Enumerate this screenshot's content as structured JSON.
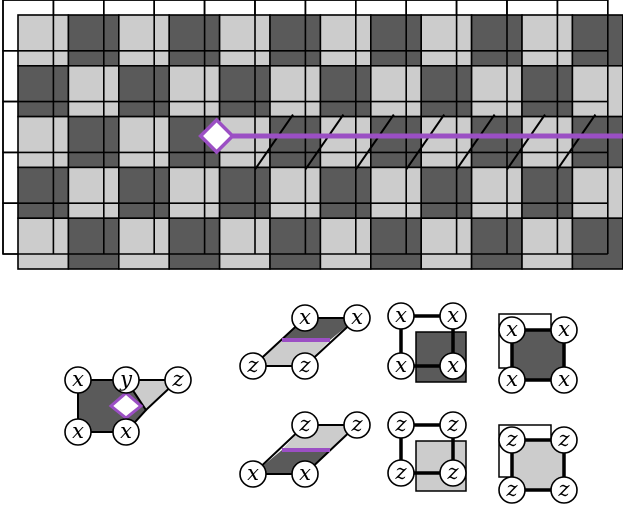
{
  "colors": {
    "dark": "#5a5a5a",
    "light": "#cccccc",
    "grid": "#000000",
    "path": "#9b4fc4",
    "background": "#ffffff"
  },
  "lattice": {
    "cols": 12,
    "rows": 5,
    "path_row": 2,
    "path_start_col": 4,
    "marker_shape": "diamond"
  },
  "pieces": {
    "corner": {
      "labels": [
        "x",
        "y",
        "z",
        "x",
        "x"
      ]
    },
    "shear_top": {
      "labels": [
        "x",
        "x",
        "z",
        "z"
      ]
    },
    "shear_bottom": {
      "labels": [
        "z",
        "z",
        "x",
        "x"
      ]
    },
    "square_dark": {
      "labels": [
        "x",
        "x",
        "x",
        "x"
      ]
    },
    "square_light": {
      "labels": [
        "z",
        "z",
        "z",
        "z"
      ]
    },
    "frame_dark": {
      "labels": [
        "x",
        "x",
        "x",
        "x"
      ]
    },
    "frame_light": {
      "labels": [
        "z",
        "z",
        "z",
        "z"
      ]
    }
  }
}
